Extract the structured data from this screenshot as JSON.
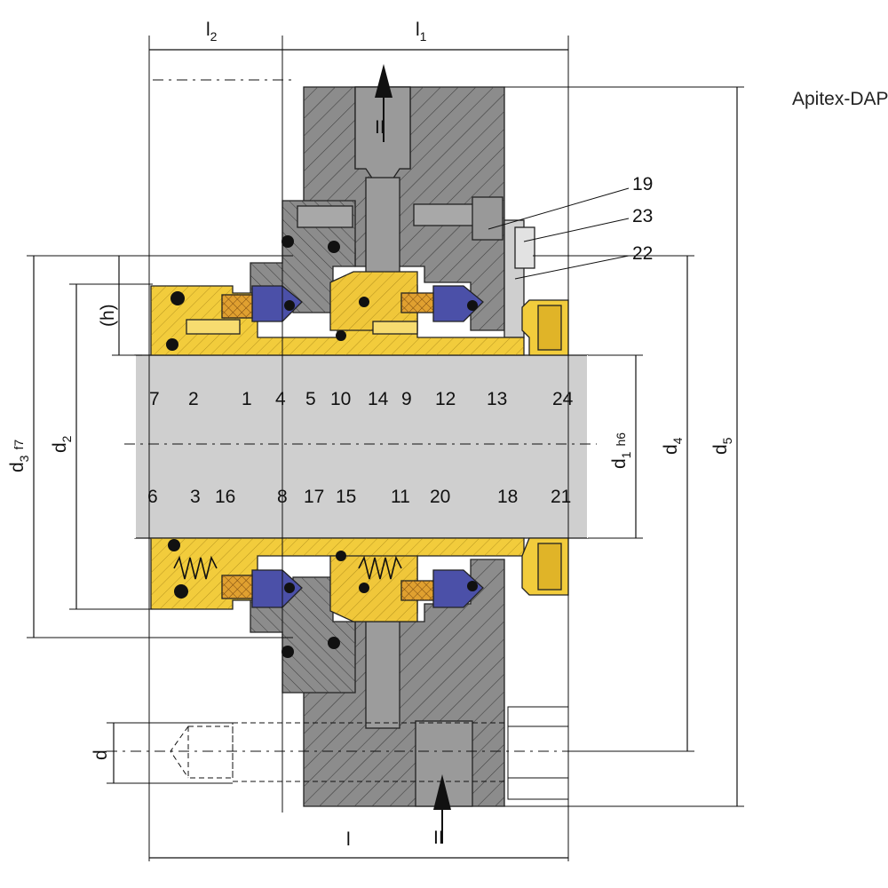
{
  "title": "Apitex-DAP",
  "dimensions": {
    "l2": {
      "main": "l",
      "sub": "2"
    },
    "l1": {
      "main": "l",
      "sub": "1"
    },
    "l": "l",
    "h": "(h)",
    "d": "d",
    "d3": {
      "main": "d",
      "sub": "3",
      "tol": "f7"
    },
    "d2": {
      "main": "d",
      "sub": "2"
    },
    "d1": {
      "main": "d",
      "sub": "1",
      "tol": "h6"
    },
    "d4": {
      "main": "d",
      "sub": "4"
    },
    "d5": {
      "main": "d",
      "sub": "5"
    }
  },
  "flow_marks": {
    "top": "II",
    "bottom": "II"
  },
  "parts_upper": [
    "7",
    "2",
    "1",
    "4",
    "5",
    "10",
    "14",
    "9",
    "12",
    "13",
    "24"
  ],
  "parts_lower": [
    "6",
    "3",
    "16",
    "8",
    "17",
    "15",
    "11",
    "20",
    "18",
    "21"
  ],
  "parts_right": [
    "19",
    "23",
    "22"
  ],
  "colors": {
    "housing": "#8c8c8c",
    "housing_dark": "#6e6e6e",
    "shaft": "#cfcfcf",
    "sleeve": "#f2cc3c",
    "sleeve_dark": "#d8ac1c",
    "seal_face": "#4b50a8",
    "oring": "#111111",
    "packing": "#e0a030"
  }
}
